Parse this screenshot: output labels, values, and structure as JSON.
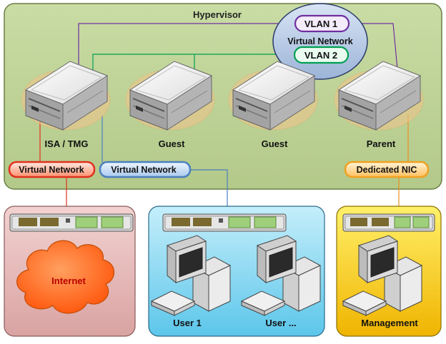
{
  "hypervisor": {
    "title": "Hypervisor"
  },
  "vlan_group": {
    "vlan1": "VLAN 1",
    "network_label": "Virtual Network",
    "vlan2": "VLAN 2"
  },
  "servers": [
    {
      "label": "ISA / TMG"
    },
    {
      "label": "Guest"
    },
    {
      "label": "Guest"
    },
    {
      "label": "Parent"
    }
  ],
  "adapters": {
    "external": "Virtual Network",
    "internal": "Virtual Network",
    "management": "Dedicated NIC"
  },
  "zones": {
    "internet": {
      "cloud_label": "Internet"
    },
    "lan": {
      "users": [
        "User 1",
        "User ..."
      ]
    },
    "management": {
      "label": "Management"
    }
  },
  "colors": {
    "hypervisor_bg": "#c3d69b",
    "hypervisor_border": "#6b7f45",
    "vlan1_line": "#7030a0",
    "vlan2_line": "#00a050",
    "external_line": "#e0301e",
    "internal_line": "#4a7fc0",
    "mgmt_line": "#e89020",
    "internet_zone": "#e6b9b8",
    "lan_zone": "#8fd8f0",
    "mgmt_zone": "#ffd21f",
    "cloud": "#ff6a1a"
  }
}
